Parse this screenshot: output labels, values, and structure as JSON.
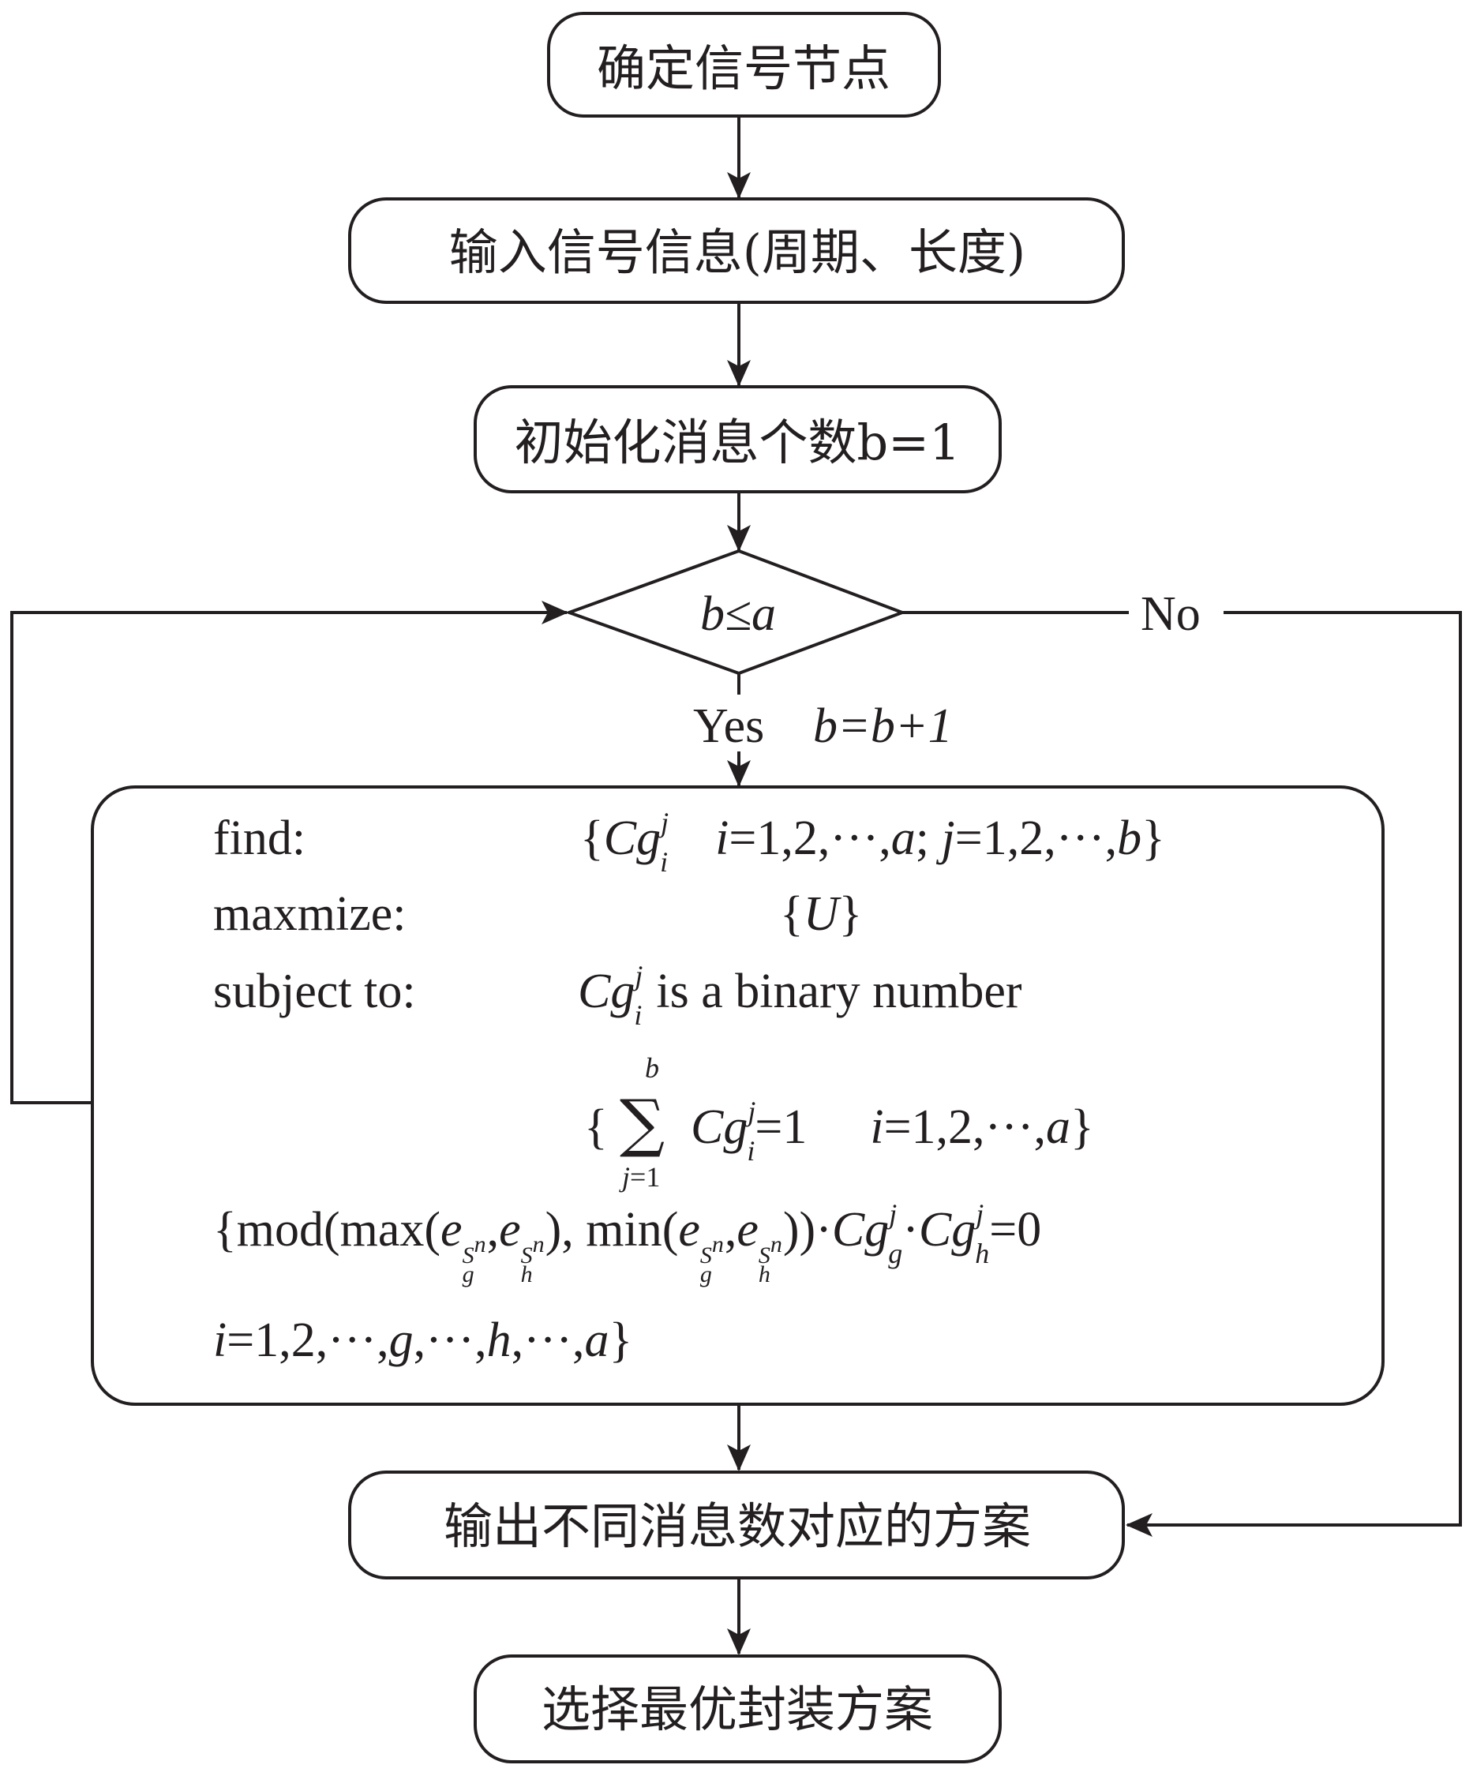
{
  "nodes": {
    "start": "确定信号节点",
    "input": "输入信号信息(周期、长度)",
    "init": "初始化消息个数b=1",
    "decision": "b≤a",
    "output": "输出不同消息数对应的方案",
    "select": "选择最优封装方案"
  },
  "edges": {
    "no_label": "No",
    "yes_label": "Yes",
    "increment_label": "b=b+1"
  },
  "model": {
    "find_label": "find:",
    "maximize_label": "maxmize:",
    "subject_label": "subject to:",
    "binary_text": "is a binary number",
    "objective": "{U}"
  },
  "colors": {
    "stroke": "#231f20",
    "background": "#ffffff"
  }
}
